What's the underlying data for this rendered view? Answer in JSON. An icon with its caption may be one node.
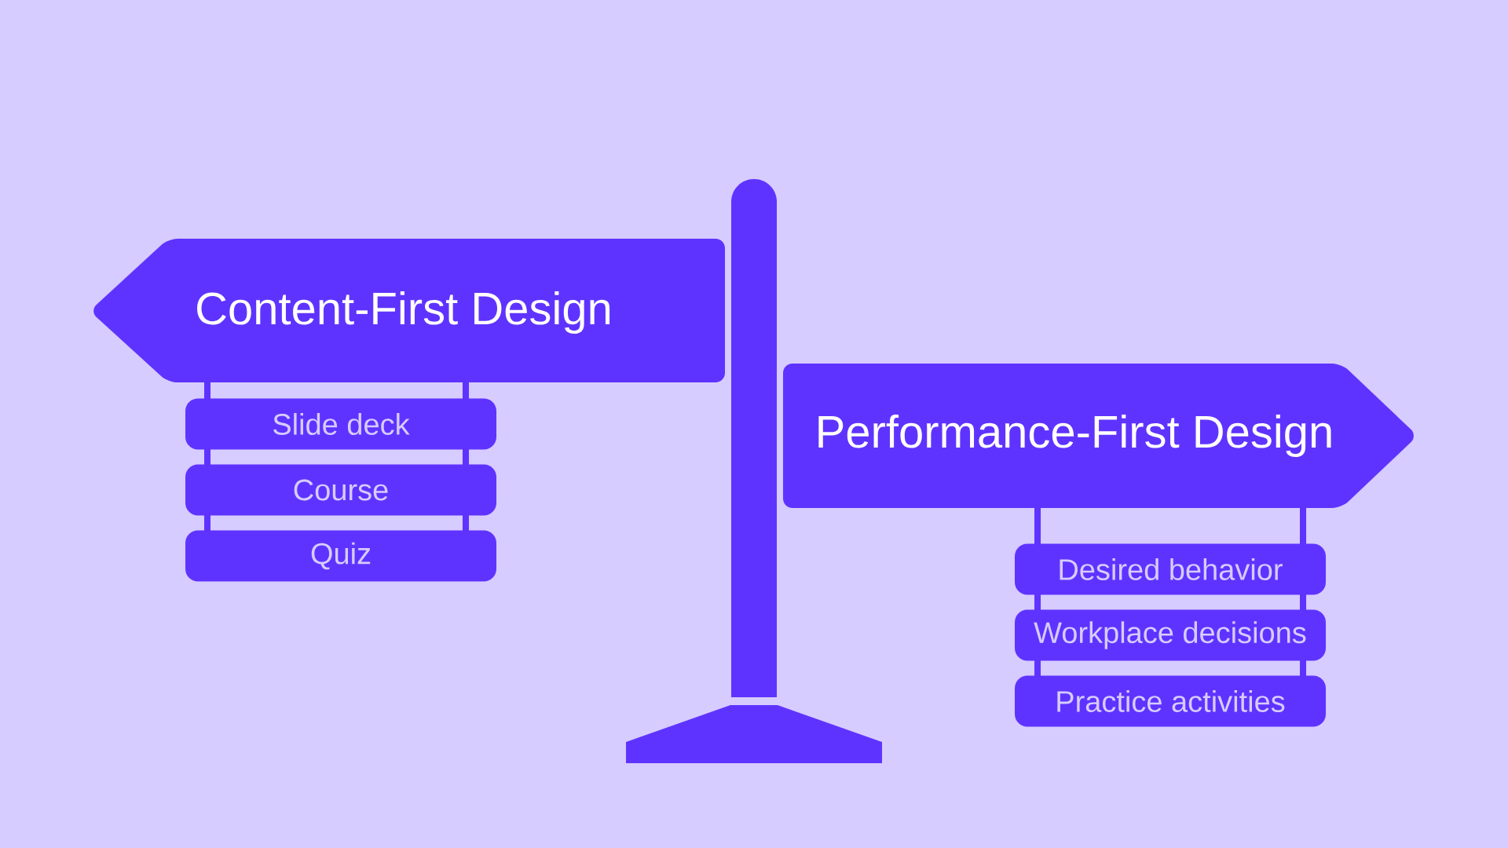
{
  "diagram": {
    "nodes": [
      {
        "text": [
          "Content-First Design"
        ]
      },
      {
        "text": [
          "Slide deck"
        ]
      },
      {
        "text": [
          "Course"
        ]
      },
      {
        "text": [
          "Quiz"
        ]
      },
      {
        "text": [
          "Performance-First Design"
        ]
      },
      {
        "text": [
          "Desired behavior"
        ]
      },
      {
        "text": [
          "Workplace decisions"
        ]
      },
      {
        "text": [
          "Practice activities"
        ]
      }
    ]
  }
}
